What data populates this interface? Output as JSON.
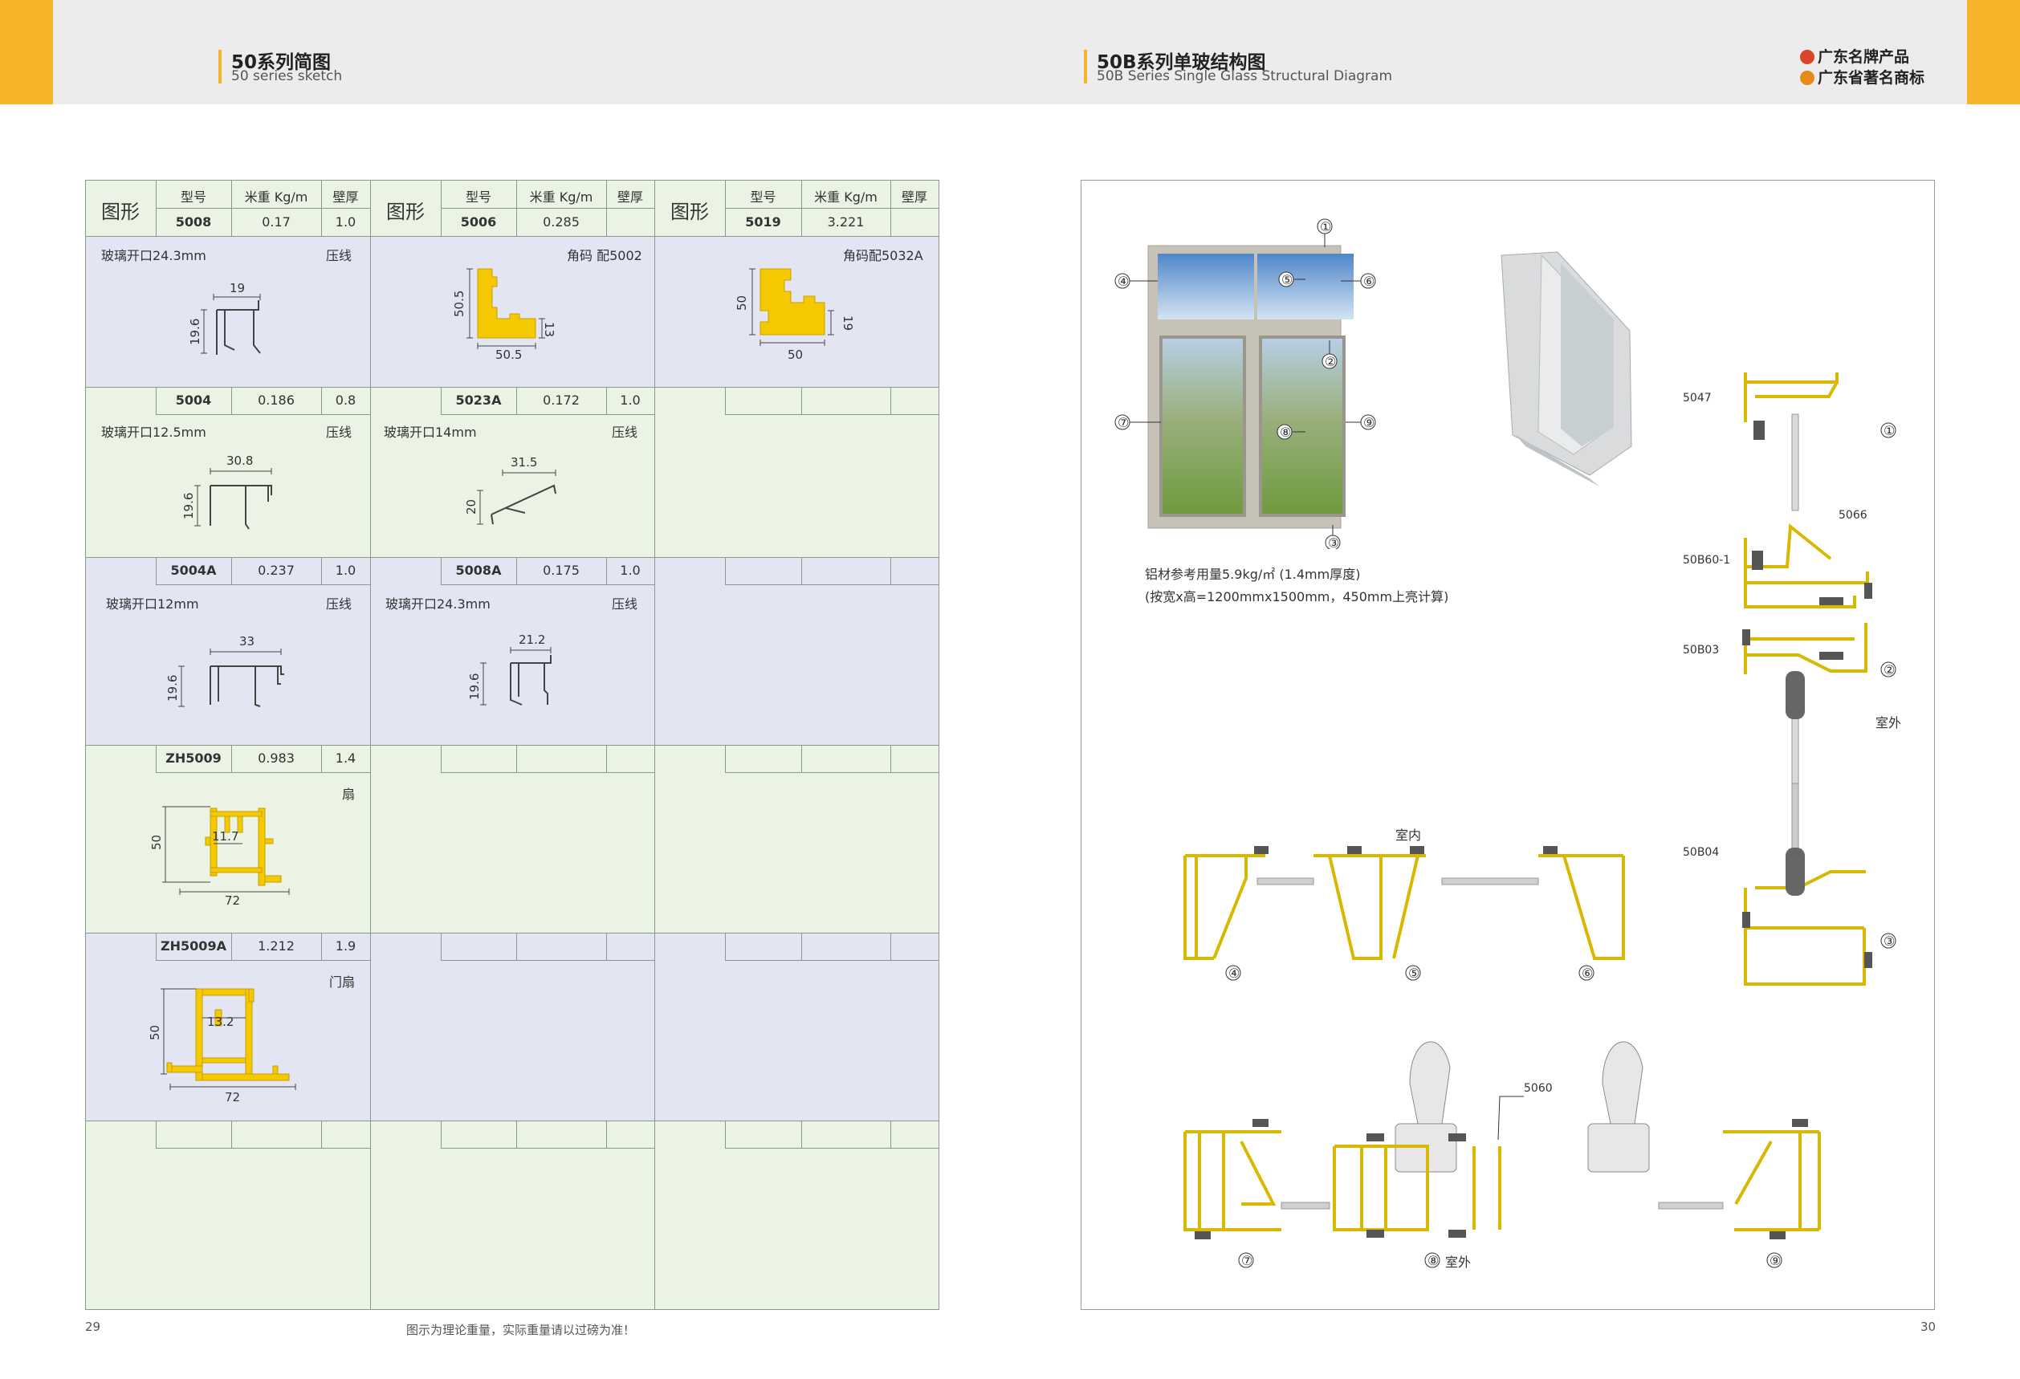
{
  "header_left": {
    "title_cn": "50系列简图",
    "title_en": "50 series sketch"
  },
  "header_right": {
    "title_cn": "50B系列单玻结构图",
    "title_en": "50B Series Single Glass Structural Diagram"
  },
  "brand": {
    "line1": "广东名牌产品",
    "line2": "广东省著名商标"
  },
  "table": {
    "col_shape": "图形",
    "col_model": "型号",
    "col_weight": "米重 Kg/m",
    "col_thickness": "壁厚",
    "header_rows": [
      {
        "model": "5008",
        "weight": "0.17",
        "thickness": "1.0"
      },
      {
        "model": "5006",
        "weight": "0.285",
        "thickness": ""
      },
      {
        "model": "5019",
        "weight": "3.221",
        "thickness": ""
      }
    ],
    "r1": [
      {
        "note_left": "玻璃开口24.3mm",
        "note_right": "压线",
        "dims": [
          "19",
          "19.6"
        ]
      },
      {
        "note_left": "",
        "note_right": "角码 配5002",
        "dims": [
          "50.5",
          "50.5",
          "13"
        ]
      },
      {
        "note_left": "",
        "note_right": "角码配5032A",
        "dims": [
          "50",
          "50",
          "19"
        ]
      }
    ],
    "r2": [
      {
        "model": "5004",
        "weight": "0.186",
        "thickness": "0.8",
        "note_left": "玻璃开口12.5mm",
        "note_right": "压线",
        "dims": [
          "30.8",
          "19.6"
        ]
      },
      {
        "model": "5023A",
        "weight": "0.172",
        "thickness": "1.0",
        "note_left": "玻璃开口14mm",
        "note_right": "压线",
        "dims": [
          "31.5",
          "20"
        ]
      }
    ],
    "r3": [
      {
        "model": "5004A",
        "weight": "0.237",
        "thickness": "1.0",
        "note_left": "玻璃开口12mm",
        "note_right": "压线",
        "dims": [
          "33",
          "19.6"
        ]
      },
      {
        "model": "5008A",
        "weight": "0.175",
        "thickness": "1.0",
        "note_left": "玻璃开口24.3mm",
        "note_right": "压线",
        "dims": [
          "21.2",
          "19.6"
        ]
      }
    ],
    "r4": {
      "model": "ZH5009",
      "weight": "0.983",
      "thickness": "1.4",
      "note_right": "扇",
      "dims": [
        "11.7",
        "50",
        "72"
      ]
    },
    "r5": {
      "model": "ZH5009A",
      "weight": "1.212",
      "thickness": "1.9",
      "note_right": "门扇",
      "dims": [
        "13.2",
        "50",
        "72"
      ]
    }
  },
  "diagram": {
    "circled": [
      "①",
      "②",
      "③",
      "④",
      "⑤",
      "⑥",
      "⑦",
      "⑧",
      "⑨"
    ],
    "usage_line1": "铝材参考用量5.9kg/㎡ (1.4mm厚度)",
    "usage_line2": "(按宽x高=1200mmx1500mm，450mm上亮计算)",
    "indoor": "室内",
    "outdoor": "室外",
    "parts": [
      "5047",
      "5066",
      "50B60-1",
      "50B03",
      "50B04",
      "5060"
    ]
  },
  "footer": {
    "page_left": "29",
    "page_right": "30",
    "note": "图示为理论重量，实际重量请以过磅为准！"
  },
  "colors": {
    "accent": "#f7b329",
    "row_purple": "#e3e5f3",
    "row_green": "#ebf3e4",
    "profile": "#f5c900"
  }
}
